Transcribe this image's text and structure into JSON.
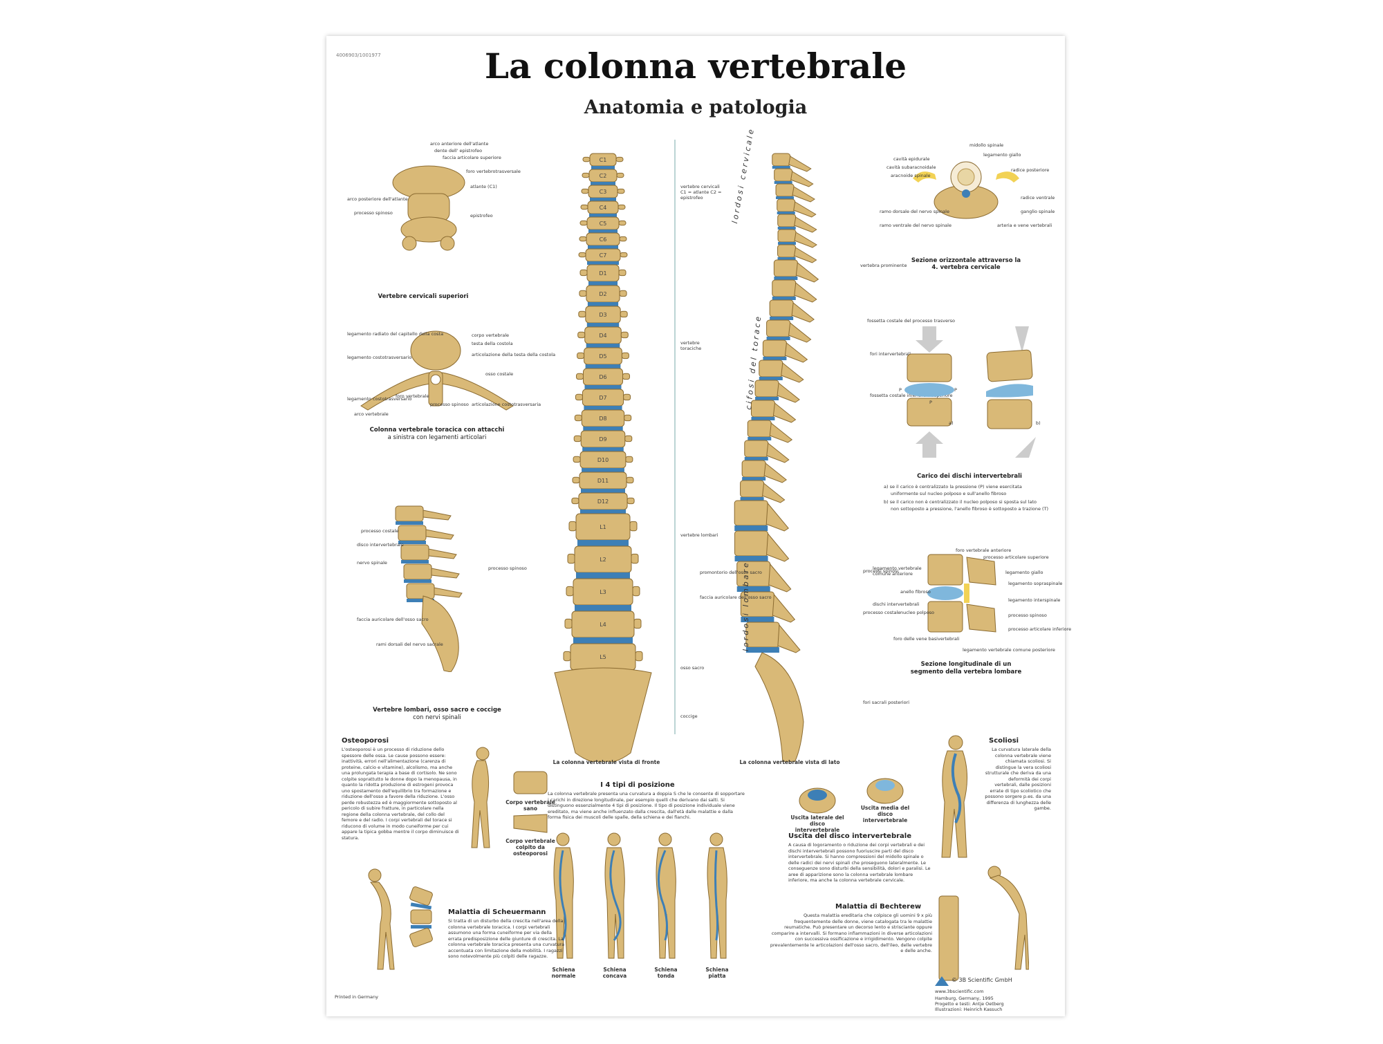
{
  "header": {
    "catalog_no": "4006903/1001977",
    "title": "La colonna vertebrale",
    "subtitle": "Anatomia e patologia"
  },
  "upper_cervical": {
    "labels": [
      "arco anteriore dell'atlante",
      "dente dell' epistrofeo",
      "faccia articolare superiore",
      "foro vertebrotrasversale",
      "atlante (C1)",
      "arco posteriore dell'atlante",
      "processo spinoso",
      "epistrofeo"
    ],
    "caption": "Vertebre cervicali superiori"
  },
  "thoracic_attach": {
    "labels": [
      "legamento radiato del capitello della costa",
      "legamento costotrasversario",
      "corpo vertebrale",
      "testa della costola",
      "articolazione della testa della costola",
      "osso costale",
      "legamento costotrasversario",
      "foro vertebrale",
      "arco vertebrale",
      "processo spinoso",
      "articolazione costotrasversaria"
    ],
    "caption": "Colonna vertebrale toracica con attacchi",
    "caption2": "a sinistra con legamenti articolari"
  },
  "lumbar_sacrum": {
    "labels": [
      "processo costale",
      "disco intervertebrale",
      "nervo spinale",
      "processo spinoso",
      "faccia auricolare dell'osso sacro",
      "rami dorsali del nervo sacrale"
    ],
    "caption": "Vertebre lombari, osso sacro e coccige",
    "caption2": "con nervi spinali"
  },
  "front_view": {
    "caption": "La colonna vertebrale vista di fronte",
    "vertebra_labels": [
      "C1",
      "C2",
      "C3",
      "C4",
      "C5",
      "C6",
      "C7",
      "D1",
      "D2",
      "D3",
      "D4",
      "D5",
      "D6",
      "D7",
      "D8",
      "D9",
      "D10",
      "D11",
      "D12",
      "L1",
      "L2",
      "L3",
      "L4",
      "L5"
    ],
    "region_labels": [
      "vertebre cervicali C1 = atlante C2 = epistrofeo",
      "vertebre toraciche",
      "vertebre lombari",
      "osso sacro",
      "coccige"
    ]
  },
  "side_view": {
    "caption": "La colonna vertebrale vista di lato",
    "curves": [
      "lordosi cervicale",
      "cifosi del torace",
      "lordosi lombare"
    ],
    "labels": [
      "vertebra prominente",
      "fossetta costale del processo trasverso",
      "fori intervertebrali",
      "fossetta costale inferiore e superiore",
      "processi spinosi",
      "processo costale",
      "promontorio dell'osso sacro",
      "faccia auricolare dell'osso sacro",
      "fori sacrali posteriori"
    ]
  },
  "cervical_section": {
    "labels": [
      "midollo spinale",
      "legamento giallo",
      "cavità epidurale",
      "cavità subaracnoidale",
      "aracnoide spinale",
      "radice posteriore",
      "radice ventrale",
      "ganglio spinale",
      "ramo dorsale del nervo spinale",
      "ramo ventrale del nervo spinale",
      "arteria e vene vertebrali"
    ],
    "caption": "Sezione orizzontale attraverso la",
    "caption2": "4. vertebra cervicale"
  },
  "disc_load": {
    "labels": [
      "a)",
      "b)",
      "P",
      "P",
      "P"
    ],
    "caption": "Carico dei dischi intervertebrali",
    "notes": [
      "a) se il carico è centralizzato la pressione (P) viene esercitata",
      "uniformente sul nucleo polposo e sull'anello fibroso",
      "b) se il carico non è centralizzato il nucleo polposo si sposta sul lato",
      "non sottoposto a pressione, l'anello fibroso è sottoposto a trazione (T)"
    ]
  },
  "lumbar_section": {
    "labels": [
      "foro vertebrale anteriore",
      "processo articolare superiore",
      "legamento vertebrale comune anteriore",
      "legamento giallo",
      "legamento sopraspinale",
      "anello fibroso",
      "dischi intervertebrali",
      "nucleo polposo",
      "legamento interspinale",
      "processo spinoso",
      "processo articolare inferiore",
      "foro delle vene basivertebrali",
      "legamento vertebrale comune posteriore"
    ],
    "caption": "Sezione longitudinale di un",
    "caption2": "segmento della vertebra lombare"
  },
  "osteoporosis": {
    "title": "Osteoporosi",
    "text": "L'osteoporosi è un processo di riduzione dello spessore delle ossa. Le cause possono essere: inattività, errori nell'alimentazione (carenza di proteine, calcio e vitamine), alcolismo, ma anche una prolungata terapia a base di cortisolo. Ne sono colpite soprattutto le donne dopo la menopausa, in quanto la ridotta produzione di estrogeni provoca uno spostamento dell'equilibrio tra formazione e riduzione dell'osso a favore della riduzione. L'osso perde robustezza ed è maggiormente sottoposto al pericolo di subire fratture, in particolare nella regione della colonna vertebrale, del collo del femore e del radio. I corpi vertebrali del torace si riducono di volume in modo cuneiforme per cui appare la tipica gobba mentre il corpo diminuisce di statura.",
    "cap_healthy": "Corpo vertebrale sano",
    "cap_sick": "Corpo vertebrale colpito da osteoporosi"
  },
  "postures": {
    "title": "I 4 tipi di posizione",
    "text": "La colonna vertebrale presenta una curvatura a doppia S che le consente di sopportare i carichi in direzione longitudinale, per esempio quelli che derivano dai salti. Si distinguono essenzialmente 4 tipi di posizione. Il tipo di posizione individuale viene ereditato, ma viene anche influenzato dalla crescita, dall'età dalle malattie e dalla forma fisica dei muscoli delle spalle, della schiena e dei fianchi.",
    "types": [
      "Schiena normale",
      "Schiena concava",
      "Schiena tonda",
      "Schiena piatta"
    ]
  },
  "scheuermann": {
    "title": "Malattia di Scheuermann",
    "text": "Si tratta di un disturbo della crescita nell'area della colonna vertebrale toracica. I corpi vertebrali assumono una forma cuneiforme per via della errata predisposizione delle giunture di crescita. La colonna vertebrale toracica presenta una curvatura accentuata con limitazione della mobilità. I ragazzi sono notevolmente più colpiti delle ragazze."
  },
  "hernia": {
    "cap_lateral": "Uscita laterale del disco intervertebrale",
    "cap_median": "Uscita media del disco intervertebrale",
    "title": "Uscita del disco intervertebrale",
    "text": "A causa di logoramento o riduzione dei corpi vertebrali e dei dischi intervertebrali possono fuoriuscire parti del disco intervertebrale. Si hanno compressioni del midollo spinale o delle radici dei nervi spinali che proseguono lateralmente. Le conseguenze sono disturbi della sensibilità, dolori e paralisi. Le aree di apparizione sono la colonna vertebrale lombare inferiore, ma anche la colonna vertebrale cervicale."
  },
  "bechterew": {
    "title": "Malattia di Bechterew",
    "text": "Questa malattia ereditaria che colpisce gli uomini 9 x più frequentemente delle donne, viene catalogata tra le malattie reumatiche. Può presentare un decorso lento e strisciante oppure comparire a intervalli. Si formano infiammazioni in diverse articolazioni con successiva ossificazione e irrigidimento. Vengono colpite prevalentemente le articolazioni dell'osso sacro, dell'ileo, delle vertebre e delle anche."
  },
  "scoliosis": {
    "title": "Scoliosi",
    "text": "La curvatura laterale della colonna vertebrale viene chiamata scoliosi. Si distingue la vera scoliosi strutturale che deriva da una deformità dei corpi vertebrali, dalle posizioni errate di tipo scoliotico che possono sorgere p.es. da una differenza di lunghezza delle gambe."
  },
  "footer": {
    "printed": "Printed in Germany",
    "brand": "© 3B Scientific GmbH",
    "url": "www.3bscientific.com",
    "credits": [
      "Hamburg, Germany, 1995",
      "Progetto e testi: Antje Oetberg",
      "Illustrazioni: Heinrich Kassuch"
    ]
  },
  "colors": {
    "bone": "#d9b977",
    "disc": "#3d7fb6",
    "text": "#222222"
  }
}
